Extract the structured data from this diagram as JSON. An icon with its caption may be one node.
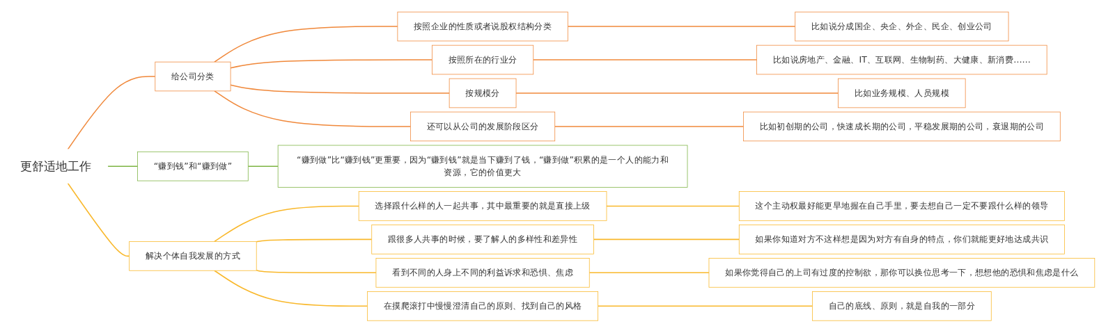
{
  "diagram": {
    "nodes": [
      {
        "text": [
          "更舒适地工作"
        ]
      },
      {
        "text": [
          "给公司分类"
        ]
      },
      {
        "text": [
          "按照企业的性质或者说股权结构分类"
        ]
      },
      {
        "text": [
          "比如说分成国企、央企、外企、民企、创业公司"
        ]
      },
      {
        "text": [
          "按照所在的行业分"
        ]
      },
      {
        "text": [
          "比如说房地产、金融、IT、互联网、生物制药、大健康、新消费……"
        ]
      },
      {
        "text": [
          "按规模分"
        ]
      },
      {
        "text": [
          "比如业务规模、人员规模"
        ]
      },
      {
        "text": [
          "还可以从公司的发展阶段区分"
        ]
      },
      {
        "text": [
          "比如初创期的公司，快速成长期的公司，平稳发展期的公司，衰退期的公司"
        ]
      },
      {
        "text": [
          "“赚到钱”和“赚到做”"
        ]
      },
      {
        "text": [
          "“赚到做”比“赚到钱”更重要，因为“赚到钱”就是当下赚到了钱，“赚到做”积累的是一个人的能力和资源，它的价值更大"
        ]
      },
      {
        "text": [
          "解决个体自我发展的方式"
        ]
      },
      {
        "text": [
          "选择跟什么样的人一起共事，其中最重要的就是直接上级"
        ]
      },
      {
        "text": [
          "这个主动权最好能更早地握在自己手里，要去想自己一定不要跟什么样的领导"
        ]
      },
      {
        "text": [
          "跟很多人共事的时候，要了解人的多样性和差异性"
        ]
      },
      {
        "text": [
          "如果你知道对方不这样想是因为对方有自身的特点，你们就能更好地达成共识"
        ]
      },
      {
        "text": [
          "看到不同的人身上不同的利益诉求和恐惧、焦虑"
        ]
      },
      {
        "text": [
          "如果你觉得自己的上司有过度的控制欲，那你可以换位思考一下，想想他的恐惧和焦虑是什么"
        ]
      },
      {
        "text": [
          "在摸爬滚打中慢慢澄清自己的原则、找到自己的风格"
        ]
      },
      {
        "text": [
          "自己的底线、原则，就是自我的一部分"
        ]
      }
    ],
    "edges": [
      {
        "from": 0,
        "to": 1,
        "arrow": "none",
        "color": "#f0883a"
      },
      {
        "from": 1,
        "to": 2,
        "arrow": "none",
        "color": "#f0883a"
      },
      {
        "from": 2,
        "to": 3,
        "arrow": "none",
        "color": "#f0883a"
      },
      {
        "from": 1,
        "to": 4,
        "arrow": "none",
        "color": "#f0883a"
      },
      {
        "from": 4,
        "to": 5,
        "arrow": "none",
        "color": "#f0883a"
      },
      {
        "from": 1,
        "to": 6,
        "arrow": "none",
        "color": "#f0883a"
      },
      {
        "from": 6,
        "to": 7,
        "arrow": "none",
        "color": "#f0883a"
      },
      {
        "from": 1,
        "to": 8,
        "arrow": "none",
        "color": "#f0883a"
      },
      {
        "from": 8,
        "to": 9,
        "arrow": "none",
        "color": "#f0883a"
      },
      {
        "from": 0,
        "to": 10,
        "arrow": "none",
        "color": "#7cb342"
      },
      {
        "from": 10,
        "to": 11,
        "arrow": "none",
        "color": "#7cb342"
      },
      {
        "from": 0,
        "to": 12,
        "arrow": "none",
        "color": "#f9b82b"
      },
      {
        "from": 12,
        "to": 13,
        "arrow": "none",
        "color": "#f9b82b"
      },
      {
        "from": 13,
        "to": 14,
        "arrow": "none",
        "color": "#f9b82b"
      },
      {
        "from": 12,
        "to": 15,
        "arrow": "none",
        "color": "#f9b82b"
      },
      {
        "from": 15,
        "to": 16,
        "arrow": "none",
        "color": "#f9b82b"
      },
      {
        "from": 12,
        "to": 17,
        "arrow": "none",
        "color": "#f9b82b"
      },
      {
        "from": 17,
        "to": 18,
        "arrow": "none",
        "color": "#f9b82b"
      },
      {
        "from": 12,
        "to": 19,
        "arrow": "none",
        "color": "#f9b82b"
      },
      {
        "from": 19,
        "to": 20,
        "arrow": "none",
        "color": "#f9b82b"
      }
    ]
  }
}
